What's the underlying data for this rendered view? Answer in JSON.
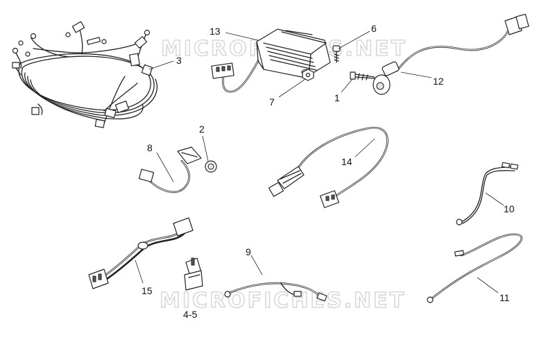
{
  "watermark": "MICROFICHES.NET",
  "callouts": {
    "c1": "1",
    "c2": "2",
    "c3": "3",
    "c45": "4-5",
    "c6": "6",
    "c7": "7",
    "c8": "8",
    "c9": "9",
    "c10": "10",
    "c11": "11",
    "c12": "12",
    "c13": "13",
    "c14": "14",
    "c15": "15"
  }
}
